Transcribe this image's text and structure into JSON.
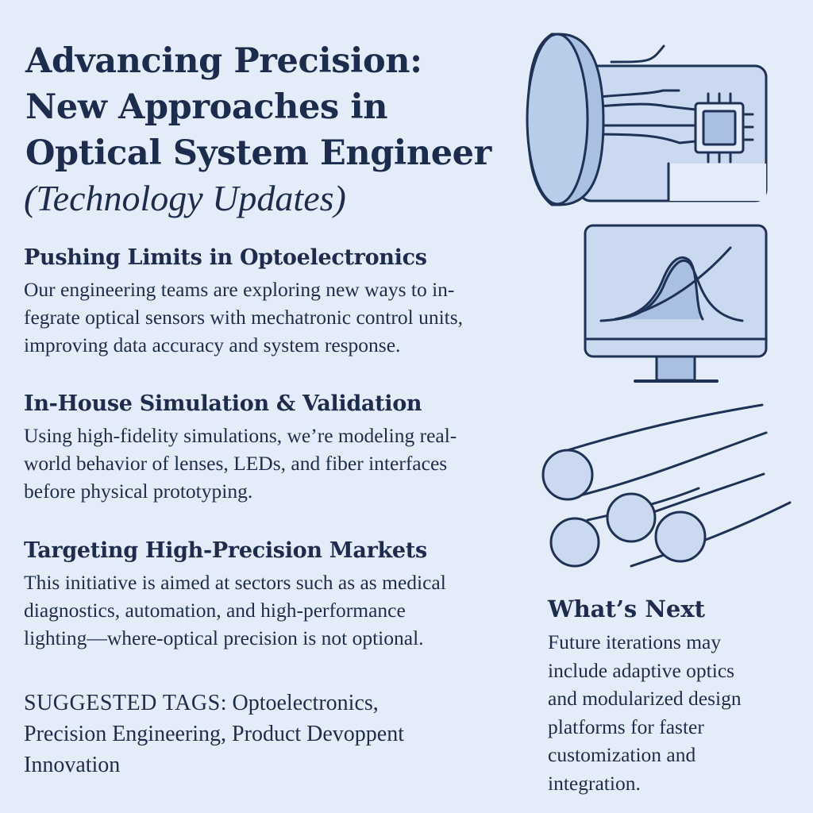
{
  "header": {
    "title_lines": [
      "Advancing Precision:",
      "New Approaches in",
      "Optical System Engineer"
    ],
    "subtitle": "(Technology Updates)"
  },
  "sections": [
    {
      "heading": "Pushing Limits in Optoelectronics",
      "lines": [
        "Our engineering teams are exploring new ways to in-",
        "fegrate optical sensors with mechatronic control units,",
        "improving data accuracy and system response."
      ]
    },
    {
      "heading": "In-House Simulation & Validation",
      "lines": [
        "Using high-fidelity simulations, we’re modeling real-",
        "world behavior of lenses, LEDs, and fiber interfaces",
        "before physical prototyping."
      ]
    },
    {
      "heading": "Targeting High-Precision Markets",
      "lines": [
        "This initiative is aimed at sectors such as as medical",
        "diagnostics, automation, and high-performance",
        "lighting—where-optical precision is not optional."
      ]
    }
  ],
  "tags": {
    "label": "SUGGESTED TAGS",
    "line1": ": Optoelectronics,",
    "line2": "Precision Engineering, Product Devoppent",
    "line3": "Innovation"
  },
  "whats_next": {
    "heading": "What’s Next",
    "lines": [
      "Future iterations may",
      "include adaptive optics",
      "and modularized design",
      "platforms for faster",
      "customization and",
      "integration."
    ]
  },
  "icons": {
    "lens": "lens-chip-icon",
    "monitor": "monitor-curve-icon",
    "fiber": "fiber-bundle-icon"
  },
  "colors": {
    "background": "#e3ecf8",
    "text": "#1b2c4f",
    "icon_stroke": "#1e3156",
    "icon_fill": "#a9c0e2",
    "icon_fill_light": "#cad9ef"
  }
}
